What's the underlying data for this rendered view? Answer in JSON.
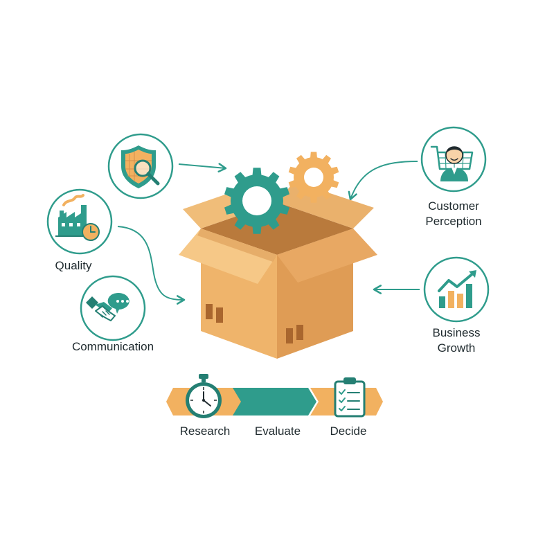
{
  "colors": {
    "teal": "#2f9c8c",
    "teal_dark": "#247f73",
    "orange": "#f2b160",
    "box_light": "#f3c27f",
    "box_mid": "#e9a962",
    "box_dark": "#d48f4c",
    "text": "#1f2a2e"
  },
  "icons": {
    "shield": "shield-magnifier-icon",
    "factory": "factory-clock-icon",
    "handshake": "handshake-chat-icon",
    "customer": "customer-cart-icon",
    "growth": "bar-chart-arrow-icon",
    "box": "cardboard-box-icon",
    "gears": "gears-icon",
    "stopwatch": "stopwatch-icon",
    "checklist": "checklist-icon"
  },
  "labels": {
    "quality": "Quality",
    "communication": "Communication",
    "customer_line1": "Customer",
    "customer_line2": "Perception",
    "business_line1": "Business",
    "business_line2": "Growth"
  },
  "process": {
    "steps": [
      "Research",
      "Evaluate",
      "Decide"
    ]
  }
}
